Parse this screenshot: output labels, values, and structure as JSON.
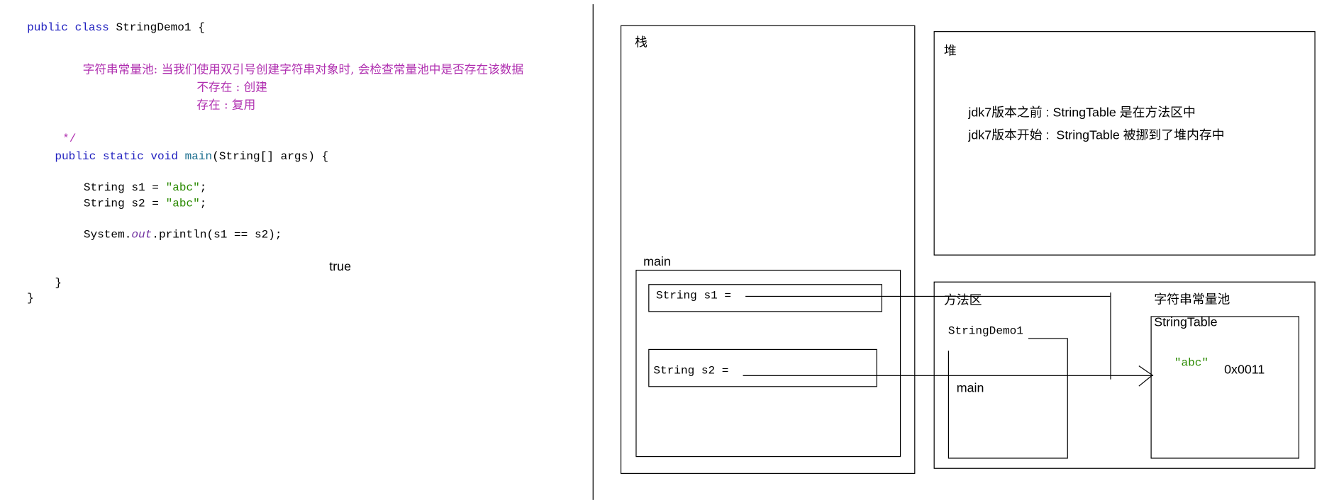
{
  "code": {
    "line1": {
      "kw": "public class",
      "rest": " StringDemo1 {"
    },
    "comment1": "字符串常量池: 当我们使用双引号创建字符串对象时, 会检查常量池中是否存在该数据",
    "comment2": "不存在 : 创建",
    "comment3": "存在 : 复用",
    "comment_end": "*/",
    "main_sig": {
      "kw": "public static void",
      "name": "main",
      "rest": "(String[] args) {"
    },
    "s1": {
      "decl": "String s1 = ",
      "value": "\"abc\"",
      "end": ";"
    },
    "s2": {
      "decl": "String s2 = ",
      "value": "\"abc\"",
      "end": ";"
    },
    "println": {
      "pre": "System.",
      "field": "out",
      "post": ".println(s1 == s2);"
    },
    "output": "true",
    "close_method": "}",
    "close_class": "}"
  },
  "diagram": {
    "stack_label": "栈",
    "frame_label": "main",
    "s1_var": "String s1 =",
    "s2_var": "String s2 =",
    "heap_label": "堆",
    "heap_note1": "jdk7版本之前 : StringTable 是在方法区中",
    "heap_note2": "jdk7版本开始 :  StringTable 被挪到了堆内存中",
    "method_area_label": "方法区",
    "class_label": "StringDemo1",
    "class_method": "main",
    "pool_label": "字符串常量池",
    "table_label": "StringTable",
    "pool_value": "\"abc\"",
    "pool_address": "0x0011"
  }
}
